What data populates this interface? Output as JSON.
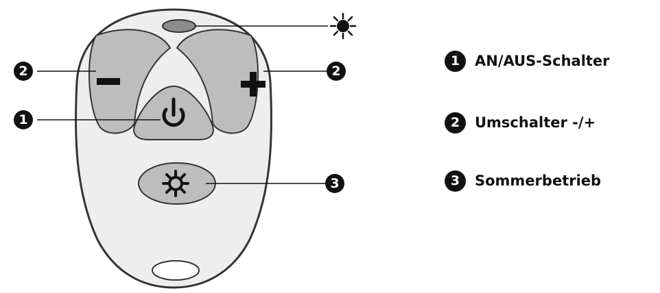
{
  "callouts": {
    "minus_num": "2",
    "plus_num": "2",
    "power_num": "1",
    "summer_num": "3"
  },
  "legend": [
    {
      "num": "1",
      "label": "AN/AUS-Schalter"
    },
    {
      "num": "2",
      "label": "Umschalter -/+"
    },
    {
      "num": "3",
      "label": "Sommerbetrieb"
    }
  ],
  "icons": {
    "led": "sun-led-icon",
    "minus": "minus-icon",
    "plus": "plus-icon",
    "power": "power-icon",
    "summer": "gear-sun-icon"
  },
  "colors": {
    "remote_body": "#eeeeee",
    "button_fill": "#bdbdbd",
    "outline": "#333333",
    "led_fill": "#8c8c8c"
  }
}
